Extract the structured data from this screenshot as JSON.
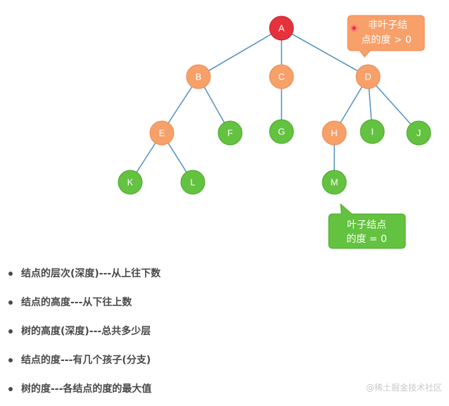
{
  "colors": {
    "root": "#e5323c",
    "internal": "#f7a06a",
    "leaf": "#63c23f",
    "edge": "#5b95c2",
    "text_main": "#4a4a4a"
  },
  "tree": {
    "nodes": [
      {
        "id": "A",
        "label": "A",
        "kind": "root"
      },
      {
        "id": "B",
        "label": "B",
        "kind": "internal"
      },
      {
        "id": "C",
        "label": "C",
        "kind": "internal"
      },
      {
        "id": "D",
        "label": "D",
        "kind": "internal"
      },
      {
        "id": "E",
        "label": "E",
        "kind": "internal"
      },
      {
        "id": "F",
        "label": "F",
        "kind": "leaf"
      },
      {
        "id": "G",
        "label": "G",
        "kind": "leaf"
      },
      {
        "id": "H",
        "label": "H",
        "kind": "internal"
      },
      {
        "id": "I",
        "label": "I",
        "kind": "leaf"
      },
      {
        "id": "J",
        "label": "J",
        "kind": "leaf"
      },
      {
        "id": "K",
        "label": "K",
        "kind": "leaf"
      },
      {
        "id": "L",
        "label": "L",
        "kind": "leaf"
      },
      {
        "id": "M",
        "label": "M",
        "kind": "leaf"
      }
    ],
    "edges": [
      [
        "A",
        "B"
      ],
      [
        "A",
        "C"
      ],
      [
        "A",
        "D"
      ],
      [
        "B",
        "E"
      ],
      [
        "B",
        "F"
      ],
      [
        "C",
        "G"
      ],
      [
        "D",
        "H"
      ],
      [
        "D",
        "I"
      ],
      [
        "D",
        "J"
      ],
      [
        "E",
        "K"
      ],
      [
        "E",
        "L"
      ],
      [
        "H",
        "M"
      ]
    ]
  },
  "callouts": {
    "non_leaf": {
      "line1": "非叶子结",
      "line2": "点的度 > 0"
    },
    "leaf": {
      "line1": "叶子结点",
      "line2": "的度 = 0"
    }
  },
  "bullets": [
    "结点的层次(深度)---从上往下数",
    "结点的高度---从下往上数",
    "树的高度(深度)---总共多少层",
    "结点的度---有几个孩子(分支)",
    "树的度---各结点的度的最大值"
  ],
  "watermark": "@稀土掘金技术社区"
}
